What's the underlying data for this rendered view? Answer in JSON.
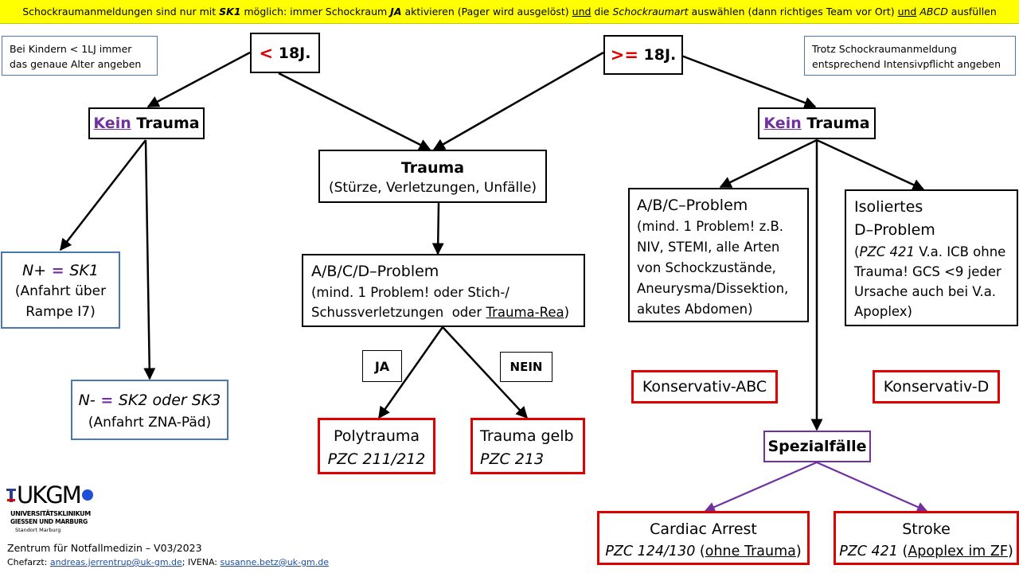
{
  "banner": {
    "p1": "Schockraumanmeldungen  sind nur mit ",
    "sk1": "SK1",
    "p2": " möglich: immer Schockraum ",
    "ja": "JA",
    "p3": " aktivieren (Pager wird ausgelöst) ",
    "und1": "und",
    "p4": " die ",
    "art": "Schockraumart",
    "p5": " auswählen (dann richtiges Team vor Ort) ",
    "und2": "und",
    "p6": " ",
    "abcd": "ABCD",
    "p7": " ausfüllen"
  },
  "note_left": {
    "line1": "Bei Kindern < 1LJ immer",
    "line2": "das genaue Alter angeben"
  },
  "note_right": {
    "line1": "Trotz Schockraumanmeldung",
    "line2": "entsprechend Intensivpflicht angeben"
  },
  "age_under": {
    "symbol": "<",
    "text": " 18J."
  },
  "age_over": {
    "symbol": ">=",
    "text": " 18J."
  },
  "kein_trauma_left": {
    "kein": "Kein",
    "trauma": " Trauma"
  },
  "kein_trauma_right": {
    "kein": "Kein",
    "trauma": " Trauma"
  },
  "trauma": {
    "title": "Trauma",
    "subtitle": "(Stürze, Verletzungen, Unfälle)"
  },
  "n_plus": {
    "label": "N+",
    "eq": " = ",
    "sk": "SK1",
    "line2": "(Anfahrt über",
    "line3": "Rampe I7)"
  },
  "n_minus": {
    "label": "N-",
    "eq": " = ",
    "sk": "SK2 oder SK3",
    "line2": "(Anfahrt ZNA-Päd)"
  },
  "abcd_problem": {
    "title": "A/B/C/D–Problem",
    "line2": "(mind. 1 Problem! oder Stich-/",
    "line3a": "Schussverletzungen  oder ",
    "line3b": "Trauma-Rea",
    "line3c": ")"
  },
  "labels": {
    "ja": "JA",
    "nein": "NEIN"
  },
  "polytrauma": {
    "title": "Polytrauma",
    "code": "PZC 211/212"
  },
  "trauma_gelb": {
    "title": "Trauma gelb",
    "code": "PZC 213"
  },
  "abc_problem": {
    "title": "A/B/C–Problem",
    "l1": "(mind. 1 Problem! z.B.",
    "l2": "NIV, STEMI, alle Arten",
    "l3": "von Schockzustände,",
    "l4": "Aneurysma/Dissektion,",
    "l5": "akutes Abdomen)"
  },
  "d_problem": {
    "l1": "Isoliertes",
    "l2": "D–Problem",
    "l3a": "(",
    "l3b": "PZC 421",
    "l3c": " V.a. ICB ohne",
    "l4": "Trauma! GCS <9 jeder",
    "l5": "Ursache auch bei V.a.",
    "l6": "Apoplex)"
  },
  "konservativ_abc": "Konservativ-ABC",
  "konservativ_d": "Konservativ-D",
  "spezialfaelle": "Spezialfälle",
  "cardiac_arrest": {
    "title": "Cardiac Arrest",
    "code": "PZC 124/130",
    "paren_open": " (",
    "note": "ohne Trauma",
    "paren_close": ")"
  },
  "stroke": {
    "title": "Stroke",
    "code": "PZC 421",
    "paren_open": " (",
    "note": "Apoplex im ZF",
    "paren_close": ")"
  },
  "logo": {
    "brand": "UKGM",
    "line1": "UNIVERSITÄTSKLINIKUM",
    "line2": "GIESSEN UND MARBURG",
    "line3": "Standort Marburg"
  },
  "footer": {
    "center": "Zentrum für Notfallmedizin – V03/2023",
    "chef_label": "Chefarzt: ",
    "chef_email": "andreas.jerrentrup@uk-gm.de",
    "ivena_label": "; IVENA: ",
    "ivena_email": "susanne.betz@uk-gm.de"
  },
  "colors": {
    "banner": "#ffff00",
    "red": "#e00000",
    "purple": "#7030a0",
    "blue": "#4a78b5"
  }
}
